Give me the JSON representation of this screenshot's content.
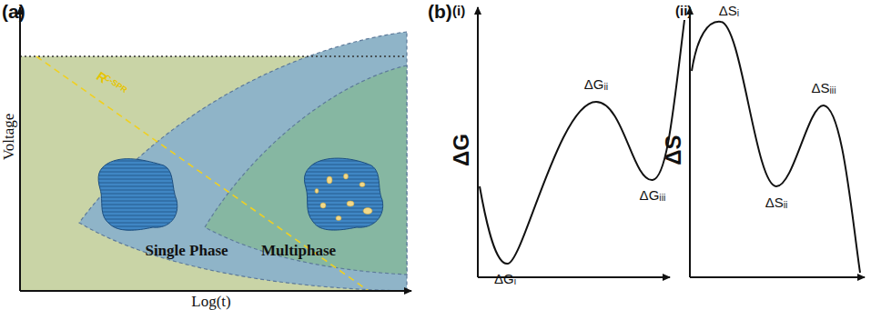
{
  "diagram": {
    "labels": [
      "(a)",
      "Voltage",
      "Log(t)",
      "R",
      "C-SPR",
      "Single Phase",
      "Multiphase",
      "(b)",
      "(i)",
      "ΔG",
      "ΔGᵢ",
      "ΔGᵢᵢ",
      "ΔGᵢᵢᵢ",
      "(ii)",
      "ΔS",
      "ΔSᵢ",
      "ΔSᵢᵢ",
      "ΔSᵢᵢᵢ"
    ]
  }
}
